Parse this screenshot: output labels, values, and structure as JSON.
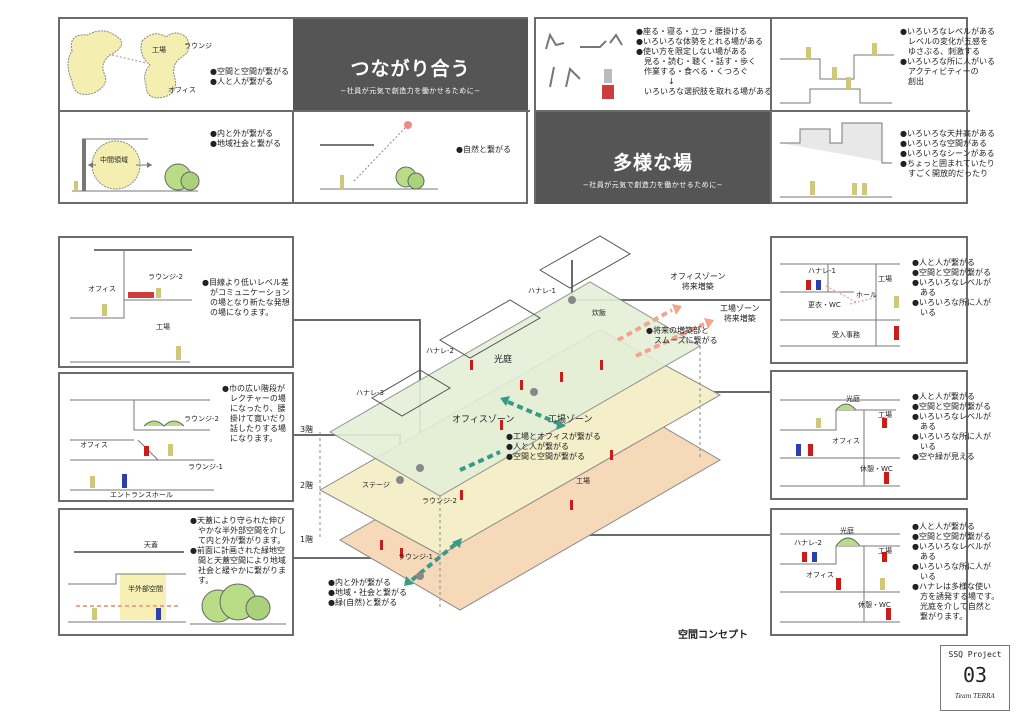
{
  "concept_top_left": {
    "title": "つながり合う",
    "subtitle": "−社員が元気で創造力を働かせるために−",
    "labels": {
      "kojo": "工場",
      "lounge": "ラウンジ",
      "office": "オフィス",
      "chukan": "中間領域"
    },
    "cell1_points": [
      "●空間と空間が繋がる",
      "●人と人が繋がる"
    ],
    "cell2_points": [
      "●内と外が繋がる",
      "●地域社会と繋がる"
    ],
    "cell3_points": [
      "●自然と繋がる"
    ]
  },
  "concept_top_right": {
    "title": "多様な場",
    "subtitle": "−社員が元気で創造力を働かせるために−",
    "cell1_points": [
      "●座る・寝る・立つ・腰掛ける",
      "●いろいろな体勢をとれる場がある",
      "●使い方を限定しない場がある",
      "　見る・読む・聴く・話す・歩く",
      "　作業する・食べる・くつろぐ",
      "　　　　↓",
      "　いろいろな選択肢を取れる場がある"
    ],
    "cell2_points": [
      "●いろいろなレベルがある",
      "　レベルの変化が五感を",
      "　ゆさぶる、刺激する",
      "●いろいろな所に人がいる",
      "　アクティビティーの",
      "　創出"
    ],
    "cell3_points": [
      "●いろいろな天井高がある",
      "●いろいろな空間がある",
      "●いろいろなシーンがある",
      "●ちょっと囲まれていたり",
      "　すごく開放的だったり"
    ]
  },
  "left_panels": [
    {
      "labels": [
        "オフィス",
        "ラウンジ-2",
        "工場"
      ],
      "points": [
        "●目線より低いレベル差",
        "　がコミュニケーション",
        "　の場となり新たな発想",
        "　の場になります。"
      ]
    },
    {
      "labels": [
        "ラウンジ-2",
        "オフィス",
        "ラウンジ-1",
        "エントランスホール"
      ],
      "points": [
        "●巾の広い階段が",
        "　レクチャーの場",
        "　になったり、腰",
        "　掛けて寛いだり",
        "　話したりする場",
        "　になります。"
      ]
    },
    {
      "labels": [
        "天蓋",
        "半外部空間"
      ],
      "points": [
        "●天蓋により守られた伸び",
        "　やかな半外部空間を介し",
        "　て内と外が繋がります。",
        "●前面に計画された緑地空",
        "　間と天蓋空間により地域",
        "　社会と緩やかに繋がりま",
        "　す。"
      ]
    }
  ],
  "right_panels": [
    {
      "labels": [
        "ハナレ-1",
        "工場",
        "ホール",
        "更衣・WC",
        "受入事務"
      ],
      "points": [
        "●人と人が繋がる",
        "●空間と空間が繋がる",
        "●いろいろなレベルが",
        "　ある",
        "●いろいろな所に人が",
        "　いる"
      ]
    },
    {
      "labels": [
        "光庭",
        "工場",
        "オフィス",
        "休憩・WC"
      ],
      "points": [
        "●人と人が繋がる",
        "●空間と空間が繋がる",
        "●いろいろなレベルが",
        "　ある",
        "●いろいろな所に人が",
        "　いる",
        "●空や緑が見える"
      ]
    },
    {
      "labels": [
        "光庭",
        "ハナレ-2",
        "工場",
        "オフィス",
        "休憩・WC"
      ],
      "points": [
        "●人と人が繋がる",
        "●空間と空間が繋がる",
        "●いろいろなレベルが",
        "　ある",
        "●いろいろな所に人が",
        "　いる",
        "●ハナレは多様な使い",
        "　方を誘発する場です。",
        "　光庭を介して自然と",
        "　繋がります。"
      ]
    }
  ],
  "axo": {
    "floors": [
      "3階",
      "2階",
      "1階"
    ],
    "labels": {
      "hanare1": "ハナレ-1",
      "hanare2": "ハナレ-2",
      "hanare3": "ハナレ-3",
      "kotei": "光庭",
      "office_zone": "オフィスゾーン",
      "factory_zone": "工場ゾーン",
      "stage": "ステージ",
      "lounge2": "ラウンジ-2",
      "lounge1": "ラウンジ-1",
      "kojo": "工場",
      "suiji": "炊飯"
    },
    "future_office": [
      "オフィスゾーン",
      "将来増築"
    ],
    "future_factory": [
      "工場ゾーン",
      "将来増築"
    ],
    "future_note": [
      "●将来の増築部と",
      "　スムーズに繋がる"
    ],
    "center_points": [
      "●工場とオフィスが繋がる",
      "●人と人が繋がる",
      "●空間と空間が繋がる"
    ],
    "bottom_points": [
      "●内と外が繋がる",
      "●地域・社会と繋がる",
      "●緑(自然)と繋がる"
    ],
    "caption": "空間コンセプト"
  },
  "badge": {
    "project": "SSQ Project",
    "number": "03",
    "team": "Team TERRA"
  },
  "colors": {
    "panel_border": "#6b6b6b",
    "dark_title": "#555555",
    "floor3": "#e4efd8",
    "floor2": "#f4efc8",
    "floor1": "#f6d9b8",
    "arrow": "#3a9a88",
    "future": "#f2a58c",
    "people": "#cc1b1b"
  }
}
